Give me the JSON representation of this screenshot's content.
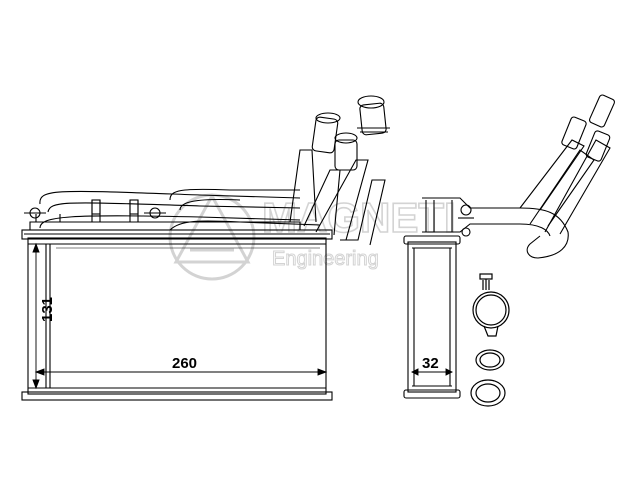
{
  "dimensions": {
    "width": "260",
    "height": "131",
    "depth": "32"
  },
  "watermark": {
    "brand": "MAGNETI",
    "subtitle": "Engineering"
  },
  "colors": {
    "line": "#000000",
    "watermark": "#cfcfcf",
    "background": "#ffffff"
  }
}
